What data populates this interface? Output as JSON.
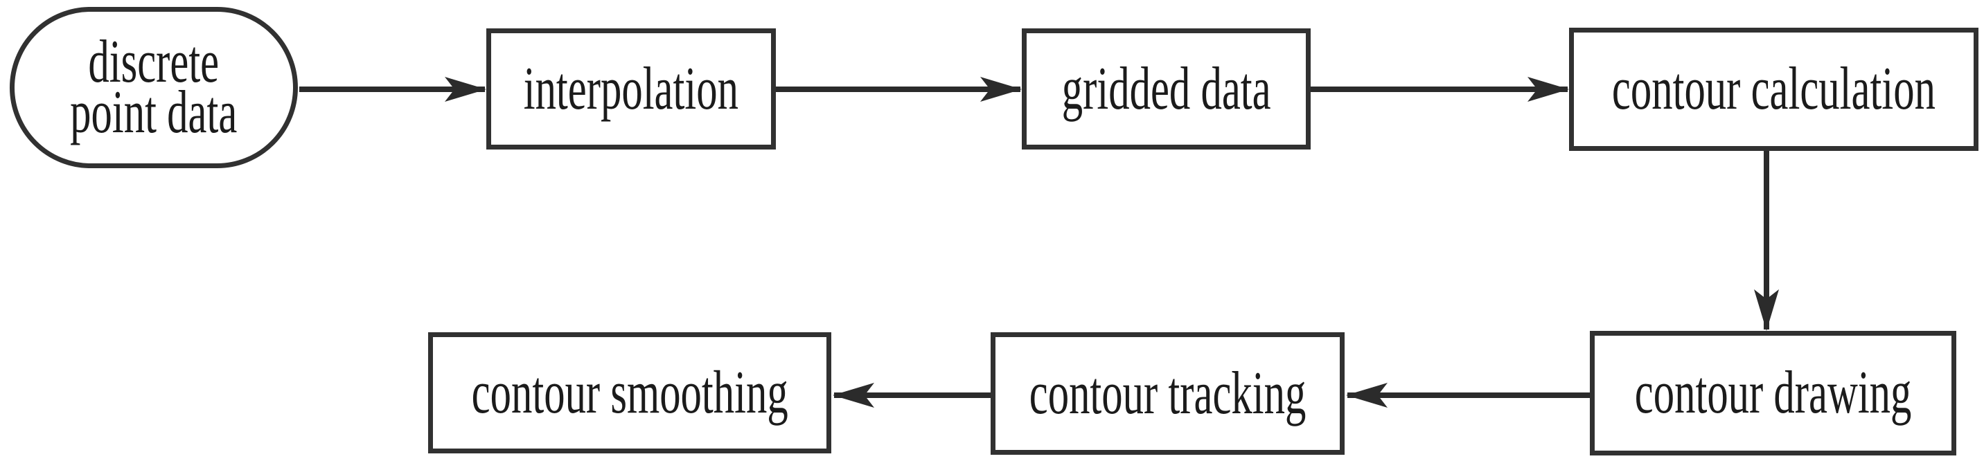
{
  "diagram": {
    "type": "flowchart",
    "background_color": "#ffffff",
    "stroke_color": "#313131",
    "text_color": "#1b1b1b",
    "nodes": [
      {
        "id": "discrete-point-data",
        "shape": "stadium",
        "label": "discrete point data",
        "lines": [
          "discrete",
          "point data"
        ]
      },
      {
        "id": "interpolation",
        "shape": "rect",
        "label": "interpolation"
      },
      {
        "id": "gridded-data",
        "shape": "rect",
        "label": "gridded data"
      },
      {
        "id": "contour-calculation",
        "shape": "rect",
        "label": "contour calculation"
      },
      {
        "id": "contour-drawing",
        "shape": "rect",
        "label": "contour drawing"
      },
      {
        "id": "contour-tracking",
        "shape": "rect",
        "label": "contour tracking"
      },
      {
        "id": "contour-smoothing",
        "shape": "rect",
        "label": "contour smoothing"
      }
    ],
    "edges": [
      {
        "from": "discrete-point-data",
        "to": "interpolation",
        "direction": "right"
      },
      {
        "from": "interpolation",
        "to": "gridded-data",
        "direction": "right"
      },
      {
        "from": "gridded-data",
        "to": "contour-calculation",
        "direction": "right"
      },
      {
        "from": "contour-calculation",
        "to": "contour-drawing",
        "direction": "down"
      },
      {
        "from": "contour-drawing",
        "to": "contour-tracking",
        "direction": "left"
      },
      {
        "from": "contour-tracking",
        "to": "contour-smoothing",
        "direction": "left"
      }
    ]
  }
}
